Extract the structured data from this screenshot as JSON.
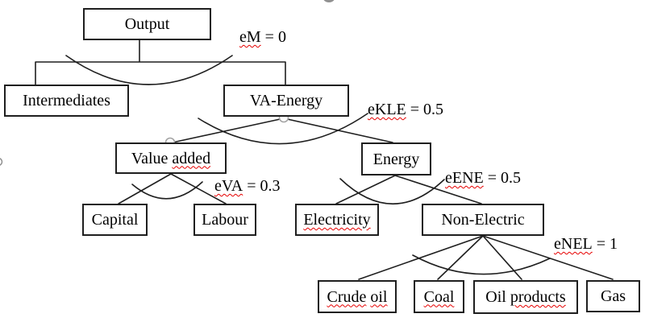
{
  "colors": {
    "line": "#1f1f1f",
    "box_border": "#1f1f1f",
    "text": "#000000",
    "spellcheck_underline": "#e60000",
    "connector_handle": "#909090",
    "background": "#ffffff"
  },
  "nodes": {
    "output": {
      "label": "Output"
    },
    "intermediates": {
      "label": "Intermediates"
    },
    "va_energy": {
      "label": "VA-Energy"
    },
    "value_added": {
      "plain": "Value",
      "misspelled": "added"
    },
    "energy": {
      "label": "Energy"
    },
    "capital": {
      "label": "Capital"
    },
    "labour": {
      "label": "Labour"
    },
    "electricity": {
      "misspelled": "Electricity"
    },
    "non_electric": {
      "label": "Non-Electric"
    },
    "crude_oil": {
      "misspelled_1": "Crude",
      "misspelled_2": "oil"
    },
    "coal": {
      "misspelled": "Coal"
    },
    "oil_products": {
      "plain": "Oil",
      "misspelled": "products"
    },
    "gas": {
      "label": "Gas"
    }
  },
  "elasticity_labels": {
    "em": {
      "symbol": "eM",
      "equation": "= 0"
    },
    "ekle": {
      "symbol": "eKLE",
      "equation": "= 0.5"
    },
    "eva": {
      "symbol": "eVA",
      "equation": "= 0.3"
    },
    "eene": {
      "symbol": "eENE",
      "equation": "= 0.5"
    },
    "enel": {
      "symbol": "eNEL",
      "equation": "= 1"
    }
  },
  "structure": {
    "Output": {
      "children": [
        "Intermediates",
        "VA-Energy"
      ],
      "elasticity": "eM = 0"
    },
    "VA-Energy": {
      "children": [
        "Value added",
        "Energy"
      ],
      "elasticity": "eKLE = 0.5"
    },
    "Value added": {
      "children": [
        "Capital",
        "Labour"
      ],
      "elasticity": "eVA = 0.3"
    },
    "Energy": {
      "children": [
        "Electricity",
        "Non-Electric"
      ],
      "elasticity": "eENE = 0.5"
    },
    "Non-Electric": {
      "children": [
        "Crude oil",
        "Coal",
        "Oil products",
        "Gas"
      ],
      "elasticity": "eNEL = 1"
    }
  }
}
